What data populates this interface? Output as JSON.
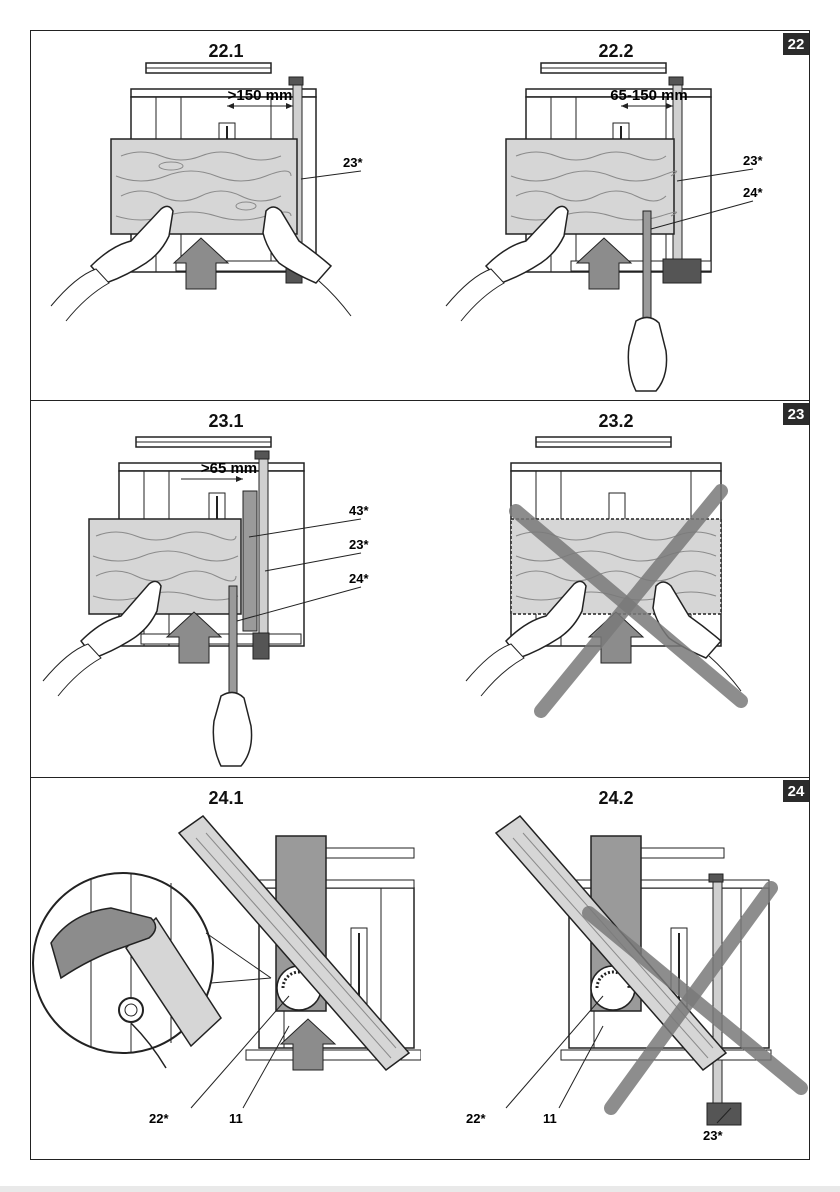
{
  "sections": {
    "s22": {
      "badge": "22",
      "fig1": {
        "title": "22.1",
        "dimension": ">150 mm",
        "labels": [
          "23*"
        ]
      },
      "fig2": {
        "title": "22.2",
        "dimension": "65-150 mm",
        "labels": [
          "23*",
          "24*"
        ]
      }
    },
    "s23": {
      "badge": "23",
      "fig1": {
        "title": "23.1",
        "dimension": ">65 mm",
        "labels": [
          "43*",
          "23*",
          "24*"
        ]
      },
      "fig2": {
        "title": "23.2",
        "crossed_out": true
      }
    },
    "s24": {
      "badge": "24",
      "fig1": {
        "title": "24.1",
        "labels": [
          "22*",
          "11"
        ]
      },
      "fig2": {
        "title": "24.2",
        "labels": [
          "22*",
          "11",
          "23*"
        ],
        "crossed_out": true
      }
    }
  },
  "colors": {
    "line": "#222222",
    "wood": "#d6d6d6",
    "grain": "#8a8a8a",
    "arrow": "#8c8c8c",
    "cross": "#7a7a7a",
    "glove": "#ffffff",
    "fence_dark": "#9a9a9a"
  }
}
